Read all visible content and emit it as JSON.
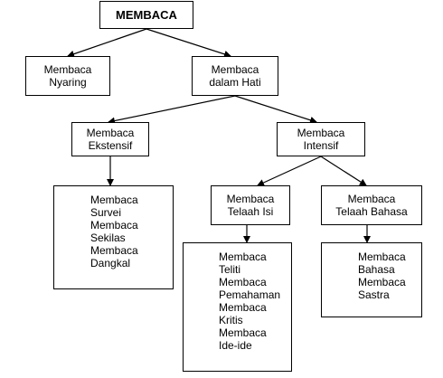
{
  "nodes": {
    "root": {
      "line1": "MEMBACA"
    },
    "nyaring": {
      "line1": "Membaca",
      "line2": "Nyaring"
    },
    "dalam_hati": {
      "line1": "Membaca",
      "line2": "dalam Hati"
    },
    "ekstensif": {
      "line1": "Membaca",
      "line2": "Ekstensif"
    },
    "intensif": {
      "line1": "Membaca",
      "line2": "Intensif"
    },
    "telaah_isi": {
      "line1": "Membaca",
      "line2": "Telaah Isi"
    },
    "telaah_bahasa": {
      "line1": "Membaca",
      "line2": "Telaah Bahasa"
    }
  },
  "lists": {
    "ekstensif": [
      "Membaca",
      "Survei",
      "Membaca",
      "Sekilas",
      "Membaca",
      "Dangkal"
    ],
    "telaah_isi": [
      "Membaca",
      "Teliti",
      "Membaca",
      "Pemahaman",
      "Membaca",
      "Kritis",
      "Membaca",
      "Ide-ide"
    ],
    "telaah_bahasa": [
      "Membaca",
      "Bahasa",
      "Membaca",
      "Sastra"
    ]
  }
}
